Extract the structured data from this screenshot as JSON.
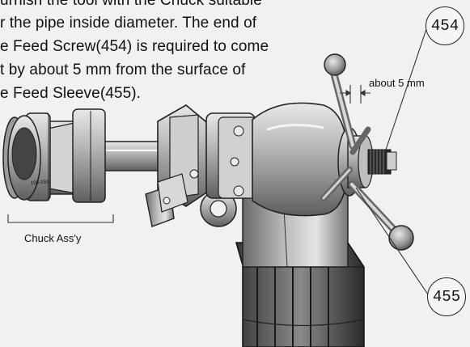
{
  "instructions": {
    "line_0": "urnish the tool with the Chuck suitable",
    "line_1": "r the pipe inside diameter. The end of",
    "line_2": "e Feed Screw(454) is required to come",
    "line_3": "t by about 5 mm from the surface of",
    "line_4": "e Feed Sleeve(455)."
  },
  "callouts": {
    "feed_screw": "454",
    "feed_sleeve": "455"
  },
  "labels": {
    "dimension": "about 5 mm",
    "chuck": "Chuck Ass'y",
    "chuck_marking": "100-150"
  }
}
